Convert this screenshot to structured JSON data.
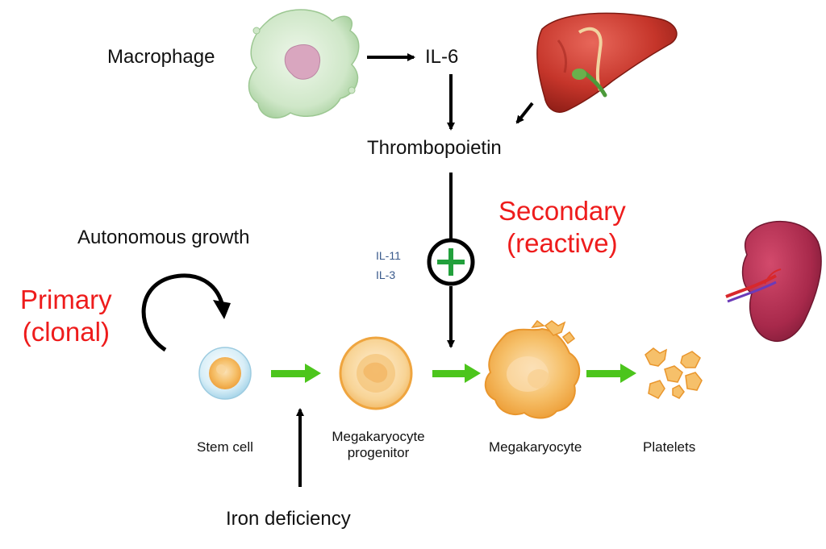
{
  "labels": {
    "macrophage": "Macrophage",
    "il6": "IL-6",
    "thrombopoietin": "Thrombopoietin",
    "secondary_line1": "Secondary",
    "secondary_line2": "(reactive)",
    "autonomous_growth": "Autonomous growth",
    "primary_line1": "Primary",
    "primary_line2": "(clonal)",
    "il11": "IL-11",
    "il3": "IL-3",
    "stem_cell": "Stem cell",
    "progenitor_line1": "Megakaryocyte",
    "progenitor_line2": "progenitor",
    "megakaryocyte": "Megakaryocyte",
    "platelets": "Platelets",
    "iron_deficiency": "Iron deficiency"
  },
  "icons": {
    "macrophage": "macrophage-cell-icon",
    "liver": "liver-icon",
    "spleen": "spleen-icon",
    "stem_cell": "stem-cell-icon",
    "progenitor": "megakaryocyte-progenitor-icon",
    "megakaryocyte": "megakaryocyte-icon",
    "platelets": "platelets-icon",
    "plus": "plus-circle-icon"
  },
  "colors": {
    "accent_red": "#ee1c1c",
    "flow_green": "#4cc51c",
    "plus_green": "#22a03c",
    "cytokine_blue": "#3a5a8c",
    "arrow_black": "#000000"
  }
}
